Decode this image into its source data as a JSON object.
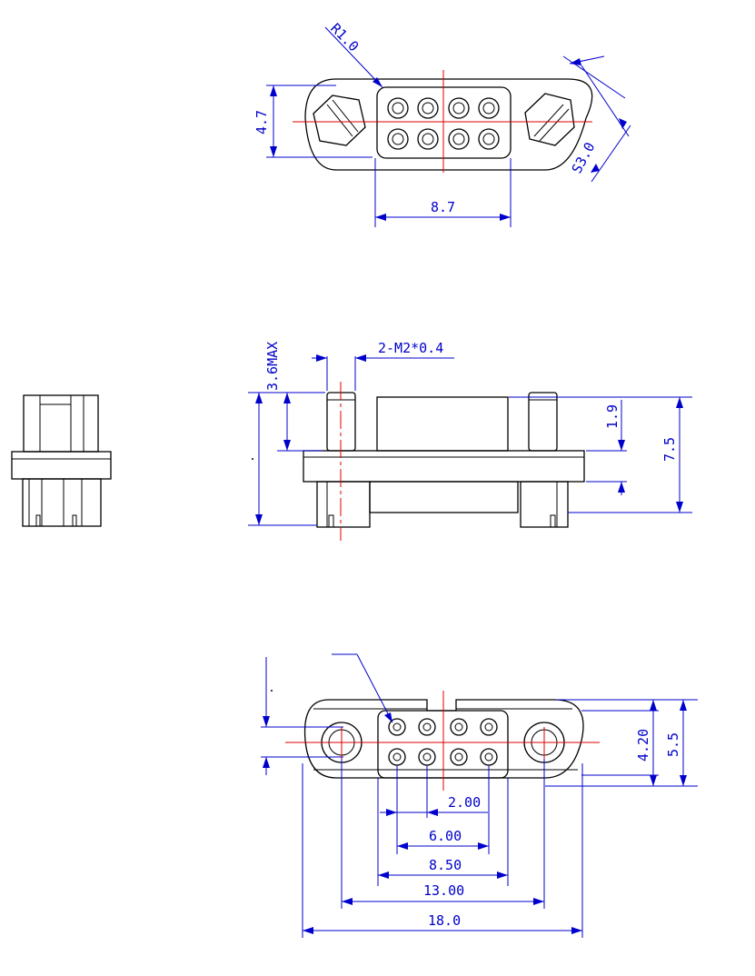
{
  "top_view": {
    "radius_label": "R1.0",
    "height_label": "4.7",
    "hex_label": "S3.0",
    "width_label": "8.7"
  },
  "side_view": {
    "post_label": "2-M2*0.4",
    "post_height_label": "3.6MAX",
    "flange_label": "1.9",
    "total_height_label": "7.5"
  },
  "bottom_view": {
    "pitch_label": "2.00",
    "row_span_label": "6.00",
    "body_width_label": "8.50",
    "mount_span_label": "13.00",
    "overall_width_label": "18.0",
    "height_inner_label": "4.20",
    "height_outer_label": "5.5"
  },
  "colors": {
    "outline": "#000000",
    "dimension": "#0000cc",
    "centerline": "#dd0000"
  }
}
